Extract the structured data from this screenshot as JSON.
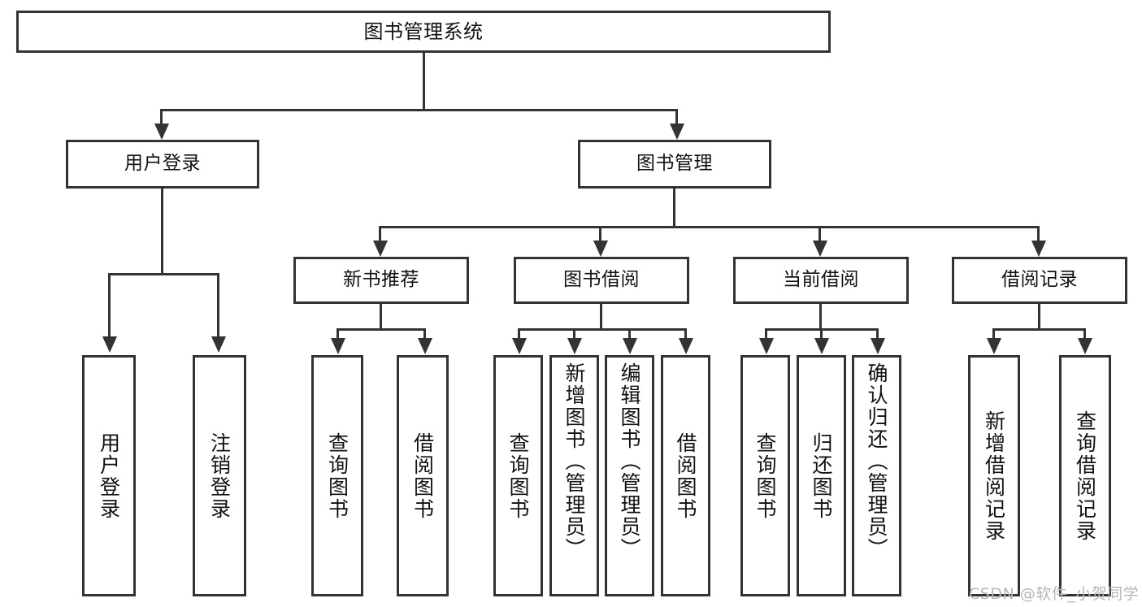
{
  "diagram": {
    "type": "tree-hierarchy-chart",
    "title": "图书管理系统",
    "root": {
      "id": "root",
      "label": "图书管理系统"
    },
    "level2": [
      {
        "id": "user-login",
        "label": "用户登录"
      },
      {
        "id": "book-manage",
        "label": "图书管理"
      }
    ],
    "level3": [
      {
        "id": "new-book-recommend",
        "label": "新书推荐",
        "parent": "book-manage"
      },
      {
        "id": "book-borrow",
        "label": "图书借阅",
        "parent": "book-manage"
      },
      {
        "id": "current-borrow",
        "label": "当前借阅",
        "parent": "book-manage"
      },
      {
        "id": "borrow-record",
        "label": "借阅记录",
        "parent": "book-manage"
      }
    ],
    "leaves": {
      "user_login": [
        {
          "id": "leaf-user-login",
          "label": "用户登录"
        },
        {
          "id": "leaf-logout",
          "label": "注销登录"
        }
      ],
      "new_book_recommend": [
        {
          "id": "leaf-query-book-1",
          "label": "查询图书"
        },
        {
          "id": "leaf-borrow-book-1",
          "label": "借阅图书"
        }
      ],
      "book_borrow": [
        {
          "id": "leaf-query-book-2",
          "label": "查询图书"
        },
        {
          "id": "leaf-add-book",
          "label": "新增图书（管理员）"
        },
        {
          "id": "leaf-edit-book",
          "label": "编辑图书（管理员）"
        },
        {
          "id": "leaf-borrow-book-2",
          "label": "借阅图书"
        }
      ],
      "current_borrow": [
        {
          "id": "leaf-query-book-3",
          "label": "查询图书"
        },
        {
          "id": "leaf-return-book",
          "label": "归还图书"
        },
        {
          "id": "leaf-confirm-return",
          "label": "确认归还（管理员）"
        }
      ],
      "borrow_record": [
        {
          "id": "leaf-add-record",
          "label": "新增借阅记录"
        },
        {
          "id": "leaf-query-record",
          "label": "查询借阅记录"
        }
      ]
    }
  },
  "watermark": {
    "text": "CSDN @软件_小贺同学"
  },
  "colors": {
    "border": "#333333",
    "background": "#ffffff",
    "text": "#111111",
    "watermark": "#b6b6b6"
  }
}
